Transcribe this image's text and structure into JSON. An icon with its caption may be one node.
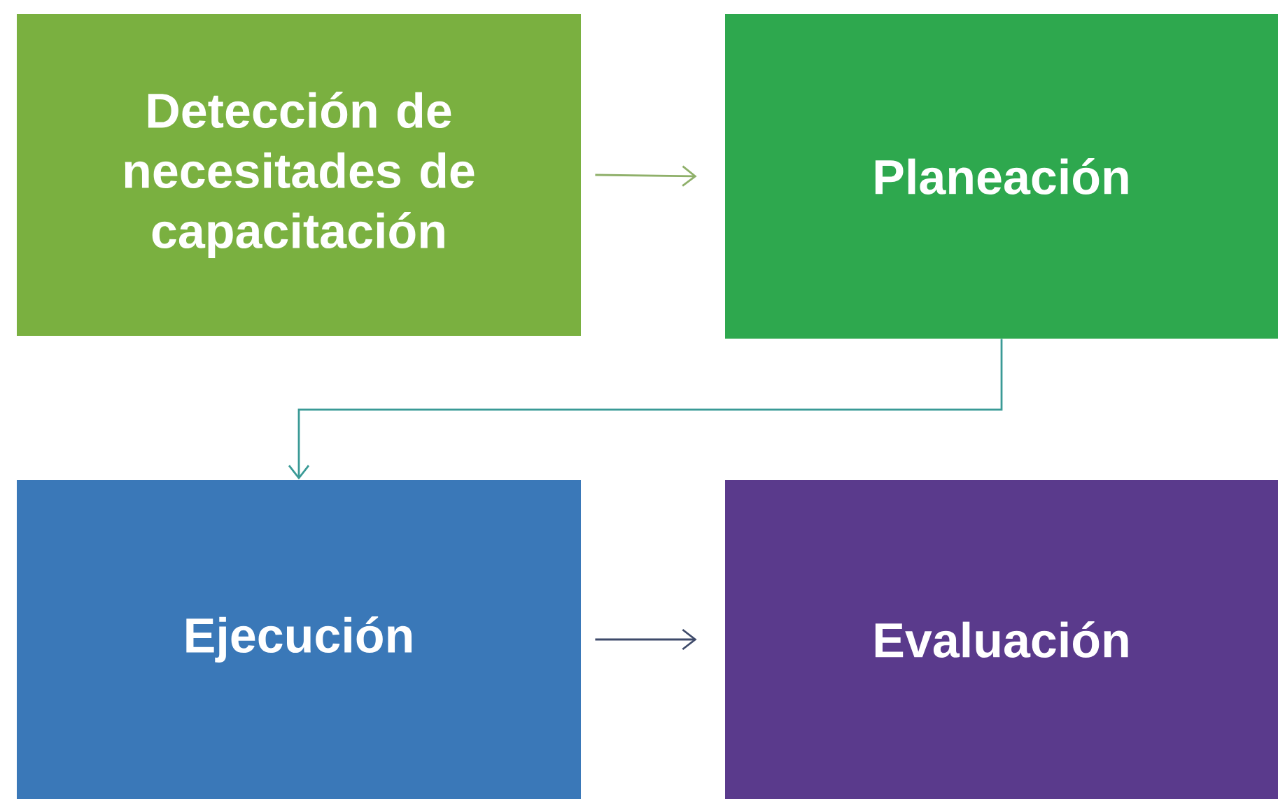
{
  "diagram": {
    "nodes": [
      {
        "text": [
          "Detección de necesitades de capacitación"
        ]
      },
      {
        "text": [
          "Planeación"
        ]
      },
      {
        "text": [
          "Ejecución"
        ]
      },
      {
        "text": [
          "Evaluación"
        ]
      }
    ],
    "edges": [
      {
        "from": 0,
        "to": 1,
        "arrow": "to",
        "color": "#8fb06a"
      },
      {
        "from": 1,
        "to": 2,
        "arrow": "to",
        "color": "#3a9a96"
      },
      {
        "from": 2,
        "to": 3,
        "arrow": "to",
        "color": "#3e4a6a"
      }
    ]
  }
}
